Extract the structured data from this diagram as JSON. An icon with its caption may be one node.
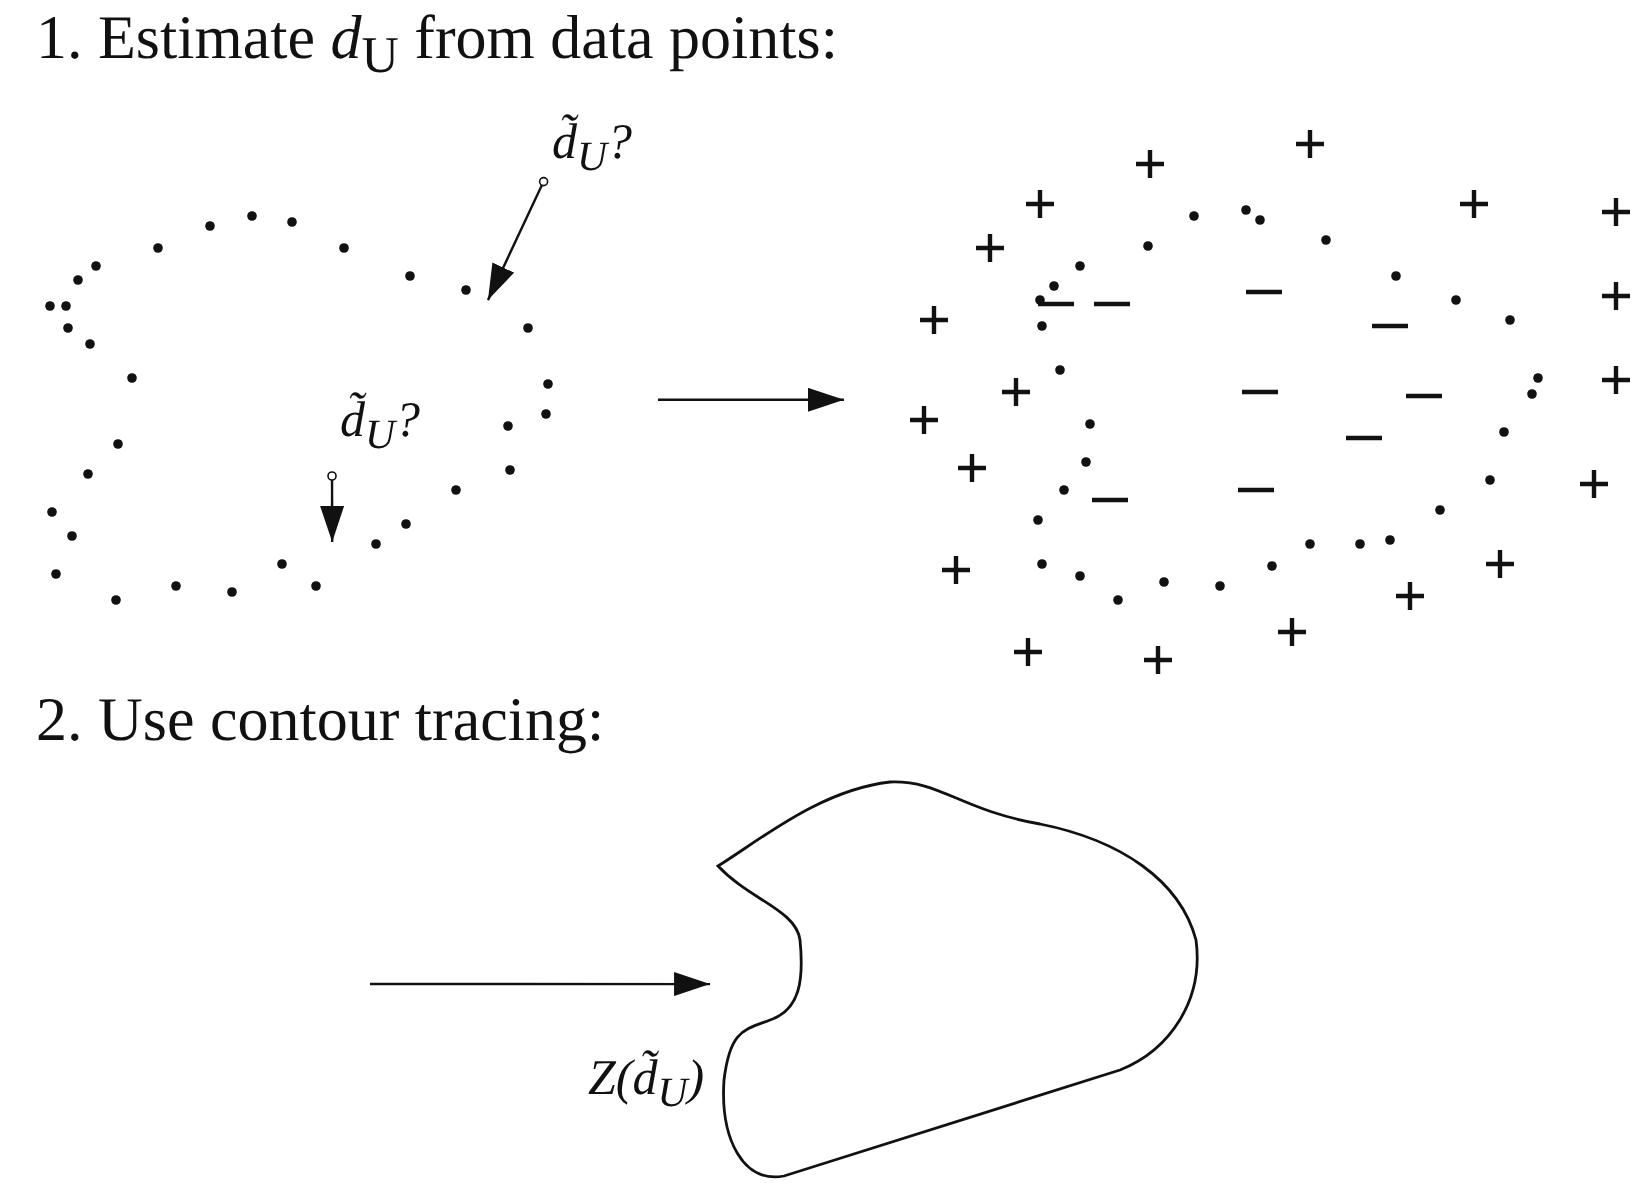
{
  "diagram": {
    "nodes": [
      {
        "text": [],
        "shape": "picture"
      },
      {
        "text": [
          "d̃$_{U}$?"
        ]
      },
      {
        "text": [
          "d̃$_{U}$?"
        ],
        "in": 0
      },
      {
        "text": [],
        "shape": "picture"
      },
      {
        "text": [],
        "shape": "picture",
        "beside": [
          "Z(d̃$_{U}$)"
        ]
      }
    ],
    "edges": [
      {
        "from": 1,
        "to": 0,
        "arrow": "to"
      },
      {
        "from": 2,
        "to": 0,
        "arrow": "to"
      },
      {
        "from": 0,
        "to": 3,
        "arrow": "to"
      },
      {
        "from": null,
        "to": 4,
        "arrow": "to"
      }
    ],
    "labels": [
      "1. Estimate *d*$_{U}$ from data points:",
      "2. Use contour tracing:"
    ]
  }
}
